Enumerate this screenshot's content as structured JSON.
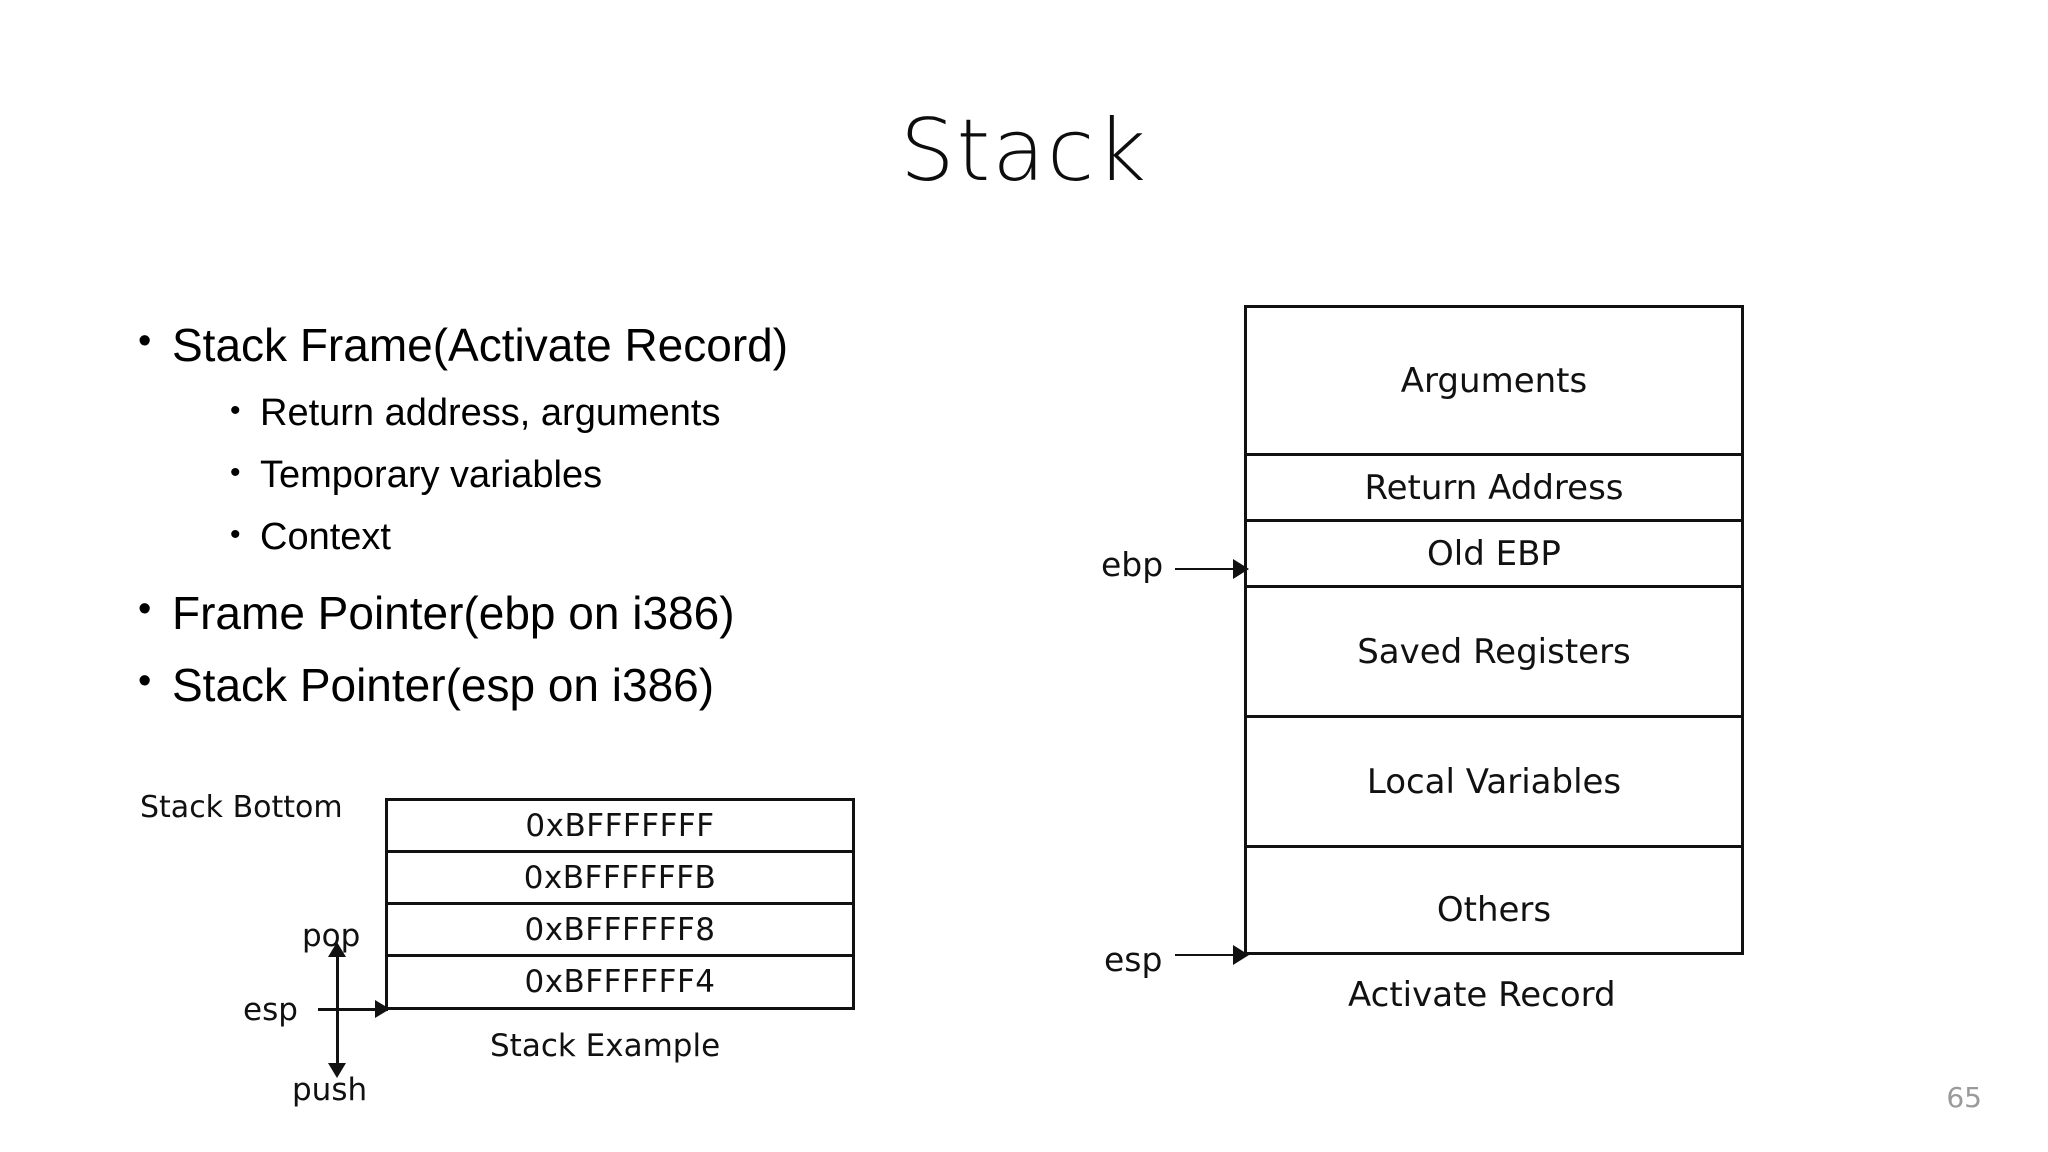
{
  "slide": {
    "title": "Stack",
    "page_number": "65"
  },
  "bullets": [
    {
      "level": 1,
      "text": "Stack Frame(Activate Record)",
      "marker": "•"
    },
    {
      "level": 2,
      "text": "Return address, arguments",
      "marker": "•"
    },
    {
      "level": 2,
      "text": "Temporary variables",
      "marker": "•"
    },
    {
      "level": 2,
      "text": "Context",
      "marker": "•"
    },
    {
      "level": 1,
      "text": "Frame Pointer(ebp on i386)",
      "marker": "•"
    },
    {
      "level": 1,
      "text": "Stack Pointer(esp on i386)",
      "marker": "•"
    }
  ],
  "stack_example_diagram": {
    "caption": "Stack Example",
    "top_label": "Stack Bottom",
    "pointer_label": "esp",
    "up_label": "pop",
    "down_label": "push",
    "rows": [
      {
        "address": "0xBFFFFFFF"
      },
      {
        "address": "0xBFFFFFFB"
      },
      {
        "address": "0xBFFFFFF8"
      },
      {
        "address": "0xBFFFFFF4"
      }
    ]
  },
  "activate_record_diagram": {
    "caption": "Activate Record",
    "frame_pointer_label": "ebp",
    "stack_pointer_label": "esp",
    "rows": [
      {
        "label": "Arguments"
      },
      {
        "label": "Return Address"
      },
      {
        "label": "Old EBP"
      },
      {
        "label": "Saved Registers"
      },
      {
        "label": "Local Variables"
      },
      {
        "label": "Others"
      }
    ]
  },
  "colors": {
    "ink": "#111111",
    "background": "#ffffff",
    "page_number": "#9a9a9a"
  }
}
